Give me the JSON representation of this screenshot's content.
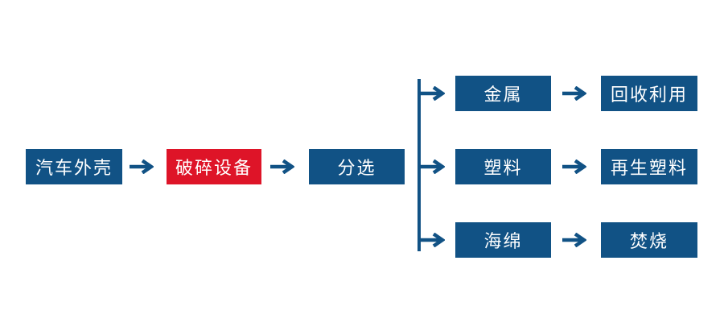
{
  "diagram": {
    "type": "flowchart",
    "direction": "left-to-right",
    "nodes": {
      "source": {
        "label": "汽车外壳",
        "color": "#115285"
      },
      "crusher": {
        "label": "破碎设备",
        "color": "#DE1428"
      },
      "sorting": {
        "label": "分选",
        "color": "#115285"
      }
    },
    "branches": [
      {
        "material": "金属",
        "result": "回收利用"
      },
      {
        "material": "塑料",
        "result": "再生塑料"
      },
      {
        "material": "海绵",
        "result": "焚烧"
      }
    ],
    "edges": [
      "汽车外壳 -> 破碎设备",
      "破碎设备 -> 分选",
      "分选 -> 金属",
      "分选 -> 塑料",
      "分选 -> 海绵",
      "金属 -> 回收利用",
      "塑料 -> 再生塑料",
      "海绵 -> 焚烧"
    ],
    "colors": {
      "blue": "#115285",
      "red": "#DE1428",
      "background": "#ffffff",
      "text": "#ffffff"
    }
  }
}
